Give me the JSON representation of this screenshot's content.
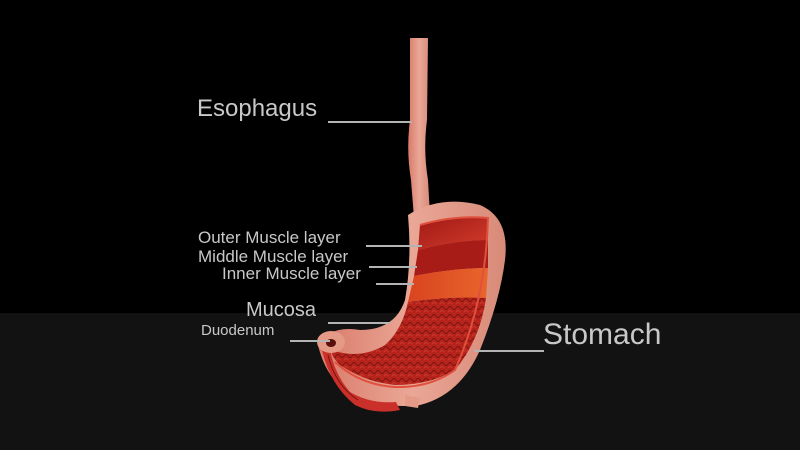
{
  "diagram": {
    "subject": "Human stomach and esophagus cross-section",
    "labels": {
      "esophagus": "Esophagus",
      "outer_muscle": "Outer Muscle layer",
      "middle_muscle": "Middle Muscle layer",
      "inner_muscle": "Inner Muscle layer",
      "mucosa": "Mucosa",
      "duodenum": "Duodenum",
      "stomach": "Stomach"
    },
    "colors": {
      "background_top": "#000000",
      "background_bottom": "#121212",
      "label_text": "#c8c8c8",
      "tissue_outer": "#e8a08e",
      "muscle": "#b8221c",
      "mucosa": "#c0281f"
    }
  }
}
